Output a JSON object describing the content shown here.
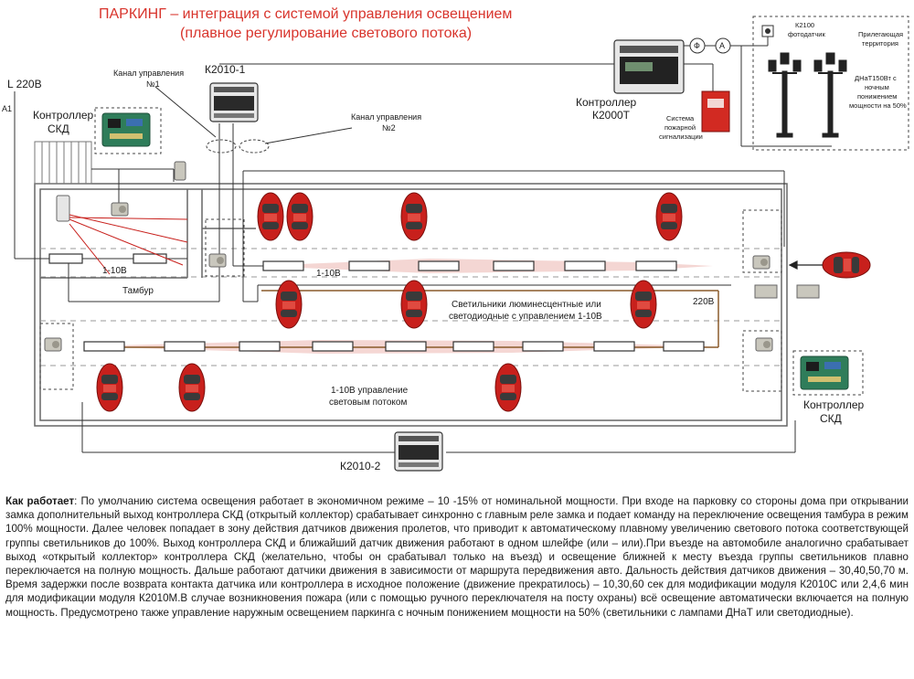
{
  "title": {
    "line1": "ПАРКИНГ – интеграция с системой управления освещением",
    "line2": "(плавное регулирование светового потока)"
  },
  "labels": {
    "l220": "L 220B",
    "a1": "A1",
    "skd_top_1": "Контроллер",
    "skd_top_2": "СКД",
    "k2010_1": "К2010-1",
    "channel1_1": "Канал управления",
    "channel1_2": "№1",
    "channel2_1": "Канал управления",
    "channel2_2": "№2",
    "k2000t_1": "Контроллер",
    "k2000t_2": "К2000Т",
    "fire_1": "Система",
    "fire_2": "пожарной",
    "fire_3": "сигнализации",
    "phi": "Ф",
    "amp": "А",
    "photosensor_1": "К2100",
    "photosensor_2": "фотодатчик",
    "territory_1": "Прилегающая",
    "territory_2": "территория",
    "lamp_1": "ДНаТ150Вт с",
    "lamp_2": "ночным",
    "lamp_3": "понижением",
    "lamp_4": "мощности на 50%",
    "v110_left": "1-10В",
    "v110_mid": "1-10В",
    "tambur": "Тамбур",
    "fixtures_1": "Светильники люминесцентные или",
    "fixtures_2": "светодиодные с управлением 1-10В",
    "v220": "220В",
    "control_1": "1-10В управление",
    "control_2": "световым потоком",
    "skd_bottom_1": "Контроллер",
    "skd_bottom_2": "СКД",
    "k2010_2": "К2010-2"
  },
  "description": {
    "lead": "Как работает",
    "text": ": По умолчанию система освещения работает в экономичном режиме – 10 -15% от номинальной мощности. При входе на парковку со стороны дома при открывании замка дополнительный выход контроллера СКД (открытый коллектор) срабатывает синхронно с главным реле замка и подает команду на переключение освещения тамбура в режим 100% мощности. Далее человек попадает в зону действия датчиков движения пролетов, что приводит к автоматическому плавному увеличению светового потока соответствующей группы светильников до 100%. Выход контроллера СКД и ближайший датчик движения работают в одном шлейфе (или – или).При въезде на автомобиле аналогично срабатывает выход «открытый коллектор» контроллера СКД (желательно, чтобы он срабатывал только на въезд) и освещение ближней к месту въезда группы светильников плавно переключается на полную мощность. Дальше работают датчики движения в зависимости от маршрута передвижения авто. Дальность действия датчиков движения – 30,40,50,70 м. Время задержки после возврата контакта датчика или контроллера в исходное положение (движение прекратилось) – 10,30,60 сек для модификации модуля К2010С или 2,4,6 мин для модификации модуля К2010М.В случае возникновения пожара (или с помощью ручного переключателя на посту охраны) всё освещение автоматически включается на полную мощность. Предусмотрено также управление наружным освещением паркинга с ночным понижением мощности на 50% (светильники с лампами ДНаТ или светодиодные)."
  },
  "colors": {
    "title": "#d8342c",
    "car": "#c8201c",
    "light_beam": "#e8a6a0",
    "wall": "#666666",
    "wire": "#333333"
  }
}
